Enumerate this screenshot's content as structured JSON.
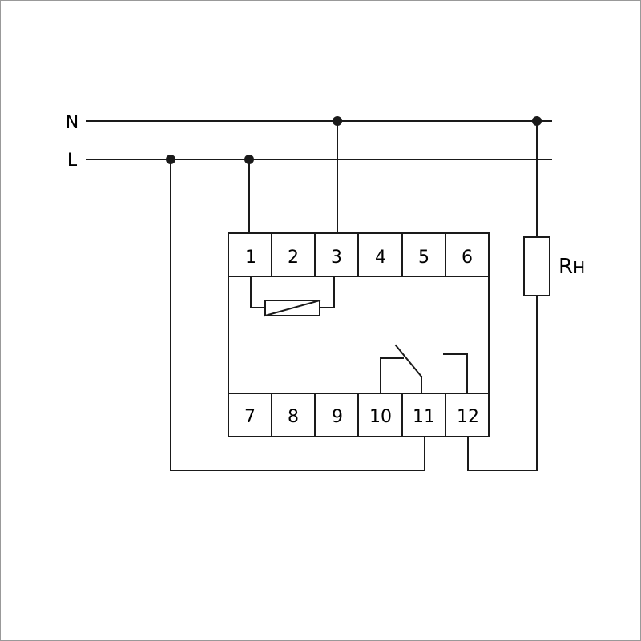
{
  "lines": {
    "neutral_label": "N",
    "line_label": "L"
  },
  "terminals": {
    "top": [
      "1",
      "2",
      "3",
      "4",
      "5",
      "6"
    ],
    "bottom": [
      "7",
      "8",
      "9",
      "10",
      "11",
      "12"
    ]
  },
  "load": {
    "label_main": "R",
    "label_sub": "H"
  },
  "colors": {
    "stroke": "#1a1a1a",
    "frame": "#999999",
    "background": "#ffffff"
  }
}
